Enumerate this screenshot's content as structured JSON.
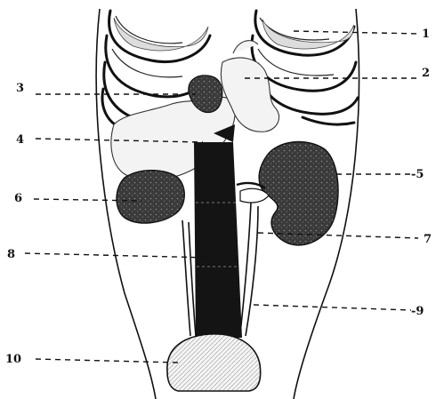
{
  "labels": {
    "l1": "1",
    "l2": "2",
    "l3": "3",
    "l4": "4",
    "l5": "-5",
    "l6": "6",
    "l7": "7",
    "l8": "8",
    "l9": "-9",
    "l10": "10"
  },
  "colors": {
    "ink": "#111111",
    "organ_dark": "#2a2a2a",
    "aorta": "#141414",
    "paper": "#ffffff"
  }
}
